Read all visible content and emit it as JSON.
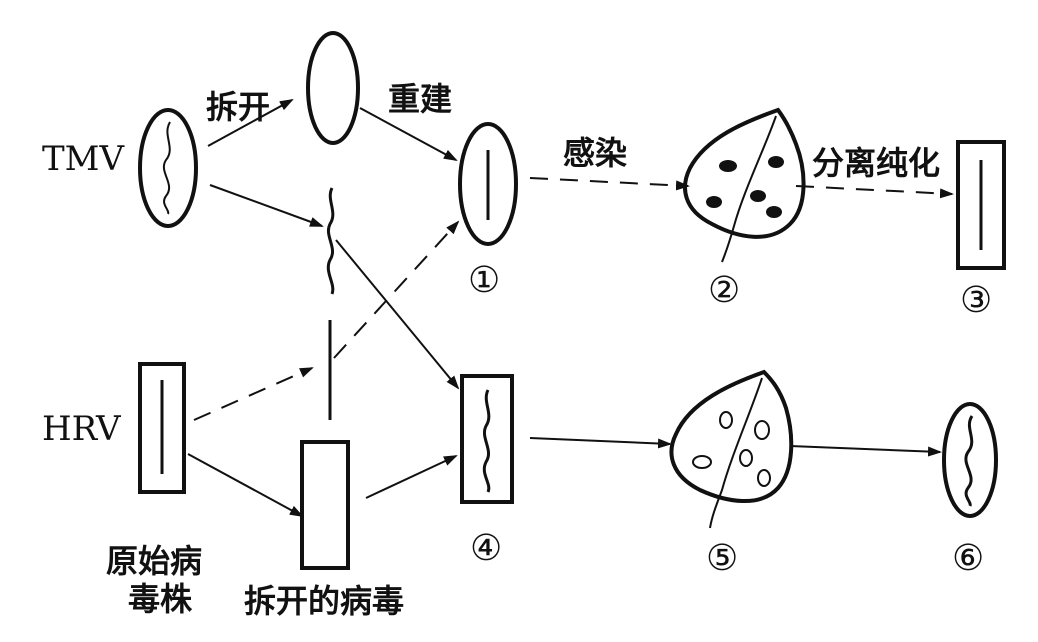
{
  "labels": {
    "tmv": "TMV",
    "hrv": "HRV",
    "split_top": "拆开",
    "rebuild": "重建",
    "infect": "感染",
    "isolate_purify": "分离纯化",
    "original_strain_line1": "原始病",
    "original_strain_line2": "毒株",
    "split_virus": "拆开的病毒",
    "step1": "①",
    "step2": "②",
    "step3": "③",
    "step4": "④",
    "step5": "⑤",
    "step6": "⑥"
  }
}
